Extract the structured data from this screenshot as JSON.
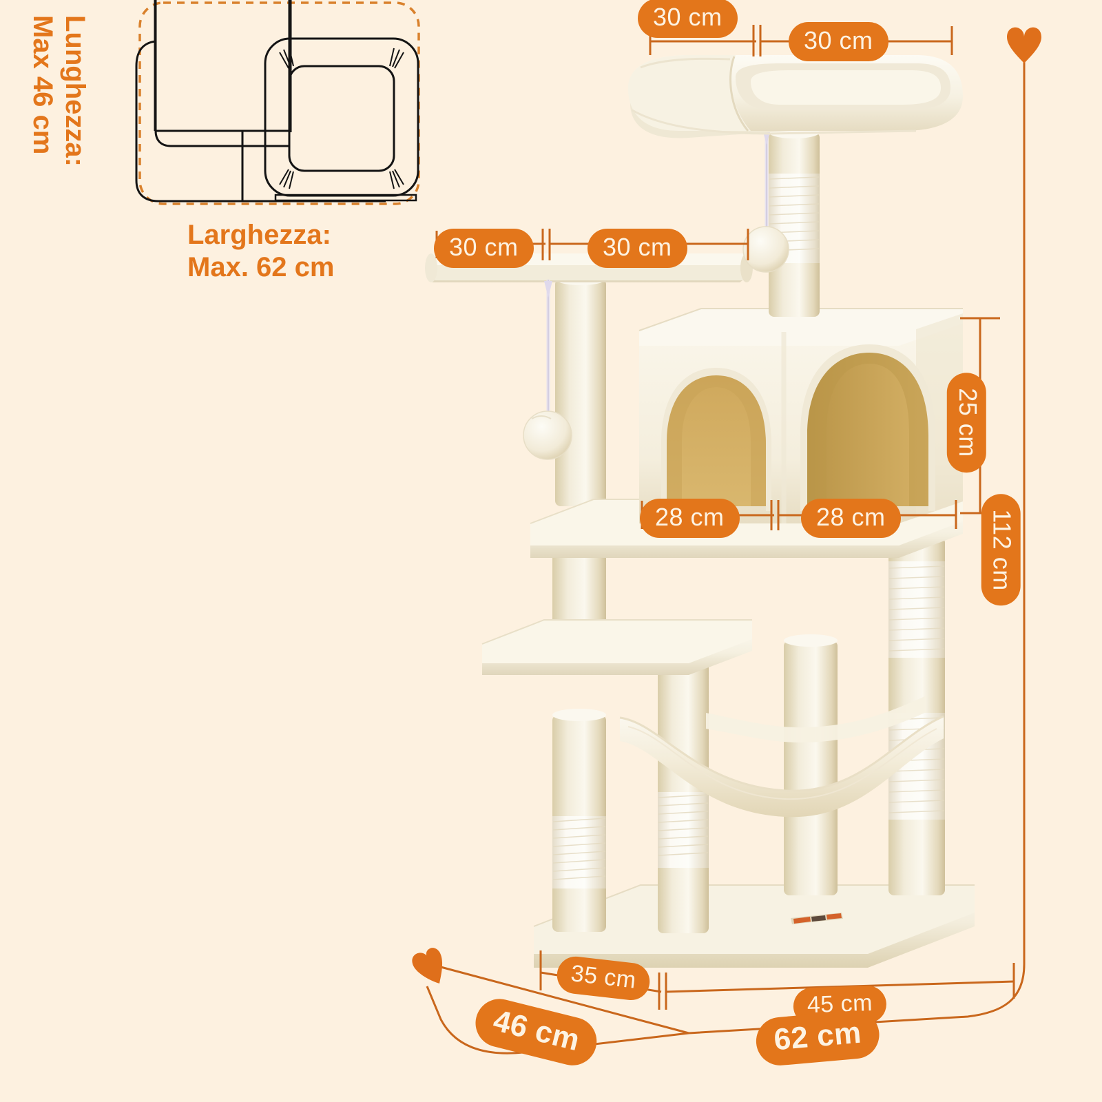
{
  "page": {
    "title": "Cat Tree Dimensions Diagram",
    "background_color": "#fdf1e0",
    "accent_color": "#e3761b",
    "label_text_color": "#fdf3e3",
    "outline_color": "#1a1a1a",
    "plush_color": "#f3ecd9",
    "sisal_color": "#f7f2e6",
    "cavity_color": "#d0ab5e"
  },
  "line_drawing": {
    "caption_width": {
      "line1": "Larghezza:",
      "line2": "Max. 62 cm"
    },
    "caption_length": {
      "line1": "Lunghezza:",
      "line2": "Max 46 cm"
    }
  },
  "dimensions": {
    "top_bed_left": "30 cm",
    "top_bed_right": "30 cm",
    "mid_shelf_left": "30 cm",
    "mid_shelf_right": "30 cm",
    "condo_height": "25 cm",
    "condo_width_left": "28 cm",
    "condo_width_right": "28 cm",
    "total_height": "112 cm",
    "base_depth_front": "35 cm",
    "base_width_front": "45 cm",
    "base_depth_total": "46 cm",
    "base_width_total": "62 cm"
  },
  "product": {
    "name": "cat-tree",
    "parts": [
      "top-plush-bed",
      "top-support-post",
      "hanging-pompom-top",
      "left-upper-shelf",
      "hanging-pompom-left",
      "two-arch-condo",
      "mid-platform",
      "lower-platform",
      "plush-hammock",
      "sisal-posts",
      "base-board",
      "brand-label"
    ]
  }
}
